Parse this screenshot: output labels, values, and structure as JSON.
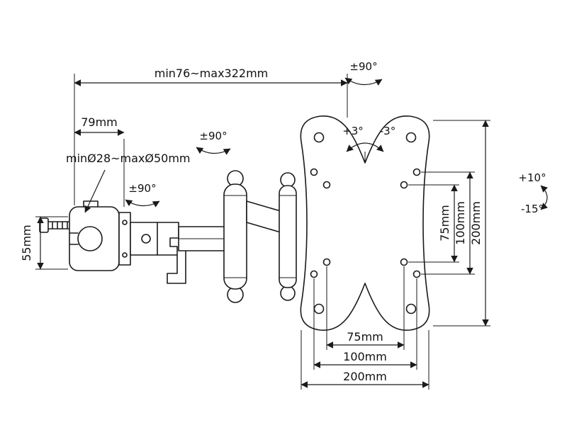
{
  "diagram": {
    "dims": {
      "arm_reach": "min76~max322mm",
      "offset_79": "79mm",
      "pole_range": "minØ28~maxØ50mm",
      "clamp_height": "55mm",
      "v75": "75mm",
      "v100": "100mm",
      "v200": "200mm",
      "h75": "75mm",
      "h100": "100mm",
      "h200": "200mm"
    },
    "angles": {
      "swivel_clamp": "±90°",
      "swivel_elbow": "±90°",
      "rotation_plate": "±90°",
      "level_plus": "+3°",
      "level_minus": "-3°",
      "tilt_up": "+10°",
      "tilt_down": "-15°"
    },
    "colors": {
      "line": "#1a1a1a",
      "background": "#ffffff"
    }
  }
}
